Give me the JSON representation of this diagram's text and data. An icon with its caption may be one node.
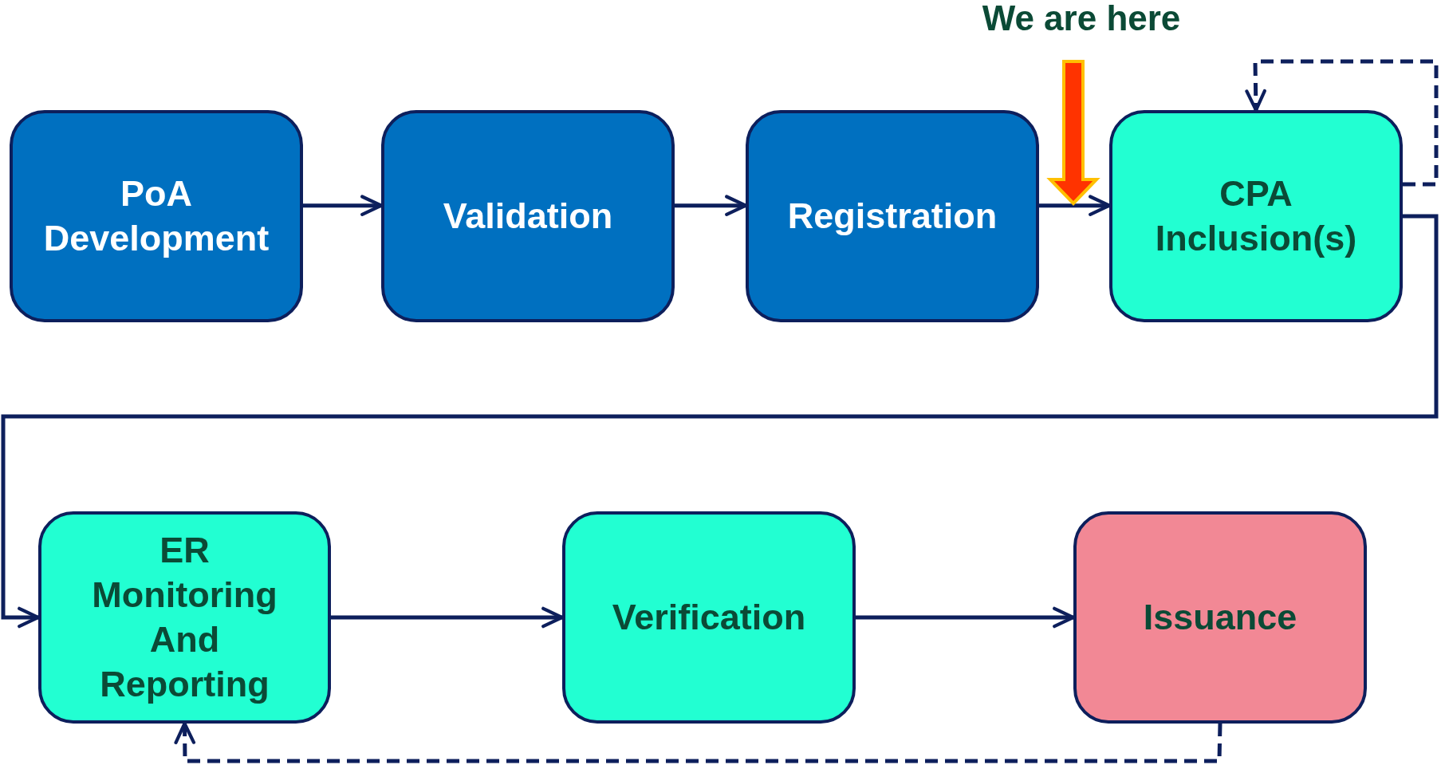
{
  "diagram": {
    "nodes": [
      {
        "text": [
          "PoA Development"
        ]
      },
      {
        "text": [
          "Validation"
        ]
      },
      {
        "text": [
          "Registration"
        ]
      },
      {
        "text": [
          "CPA Inclusion(s)"
        ]
      },
      {
        "text": [
          "ER Monitoring And Reporting"
        ]
      },
      {
        "text": [
          "Verification"
        ]
      },
      {
        "text": [
          "Issuance"
        ]
      },
      {
        "text": [
          "We are here"
        ]
      }
    ],
    "edges": [
      {
        "from": 0,
        "to": 1,
        "arrow": "to"
      },
      {
        "from": 1,
        "to": 2,
        "arrow": "to"
      },
      {
        "from": 2,
        "to": 3,
        "arrow": "to"
      },
      {
        "from": 3,
        "to": 3,
        "arrow": "to",
        "style": "dashed"
      },
      {
        "from": 3,
        "to": 4,
        "arrow": "to"
      },
      {
        "from": 4,
        "to": 5,
        "arrow": "to"
      },
      {
        "from": 5,
        "to": 6,
        "arrow": "to"
      },
      {
        "from": 6,
        "to": 4,
        "arrow": "to",
        "style": "dashed"
      },
      {
        "from": 7,
        "to": null,
        "arrow": "to",
        "style": "thick",
        "color": "#ff3300"
      }
    ]
  }
}
